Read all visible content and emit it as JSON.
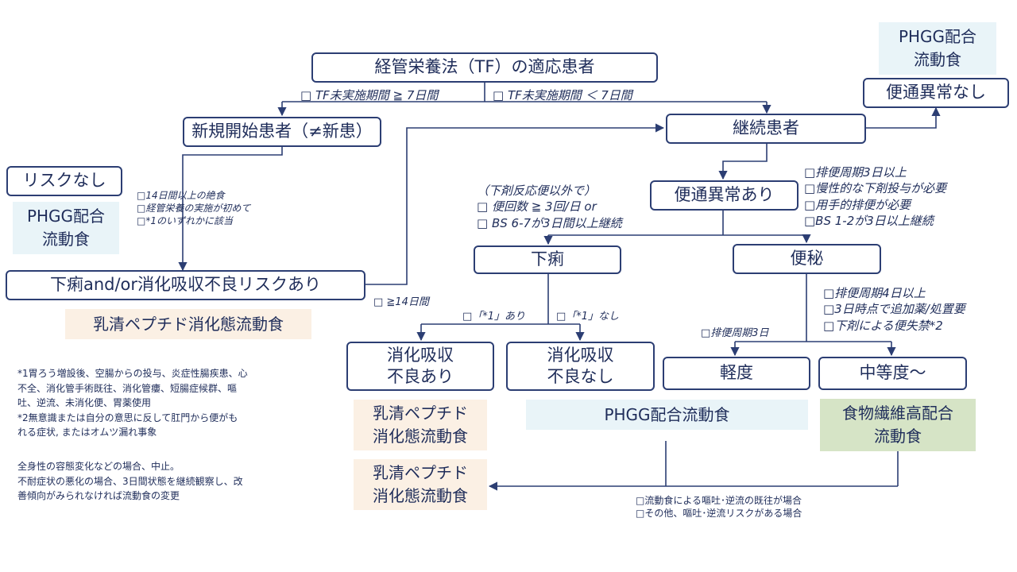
{
  "nodes": {
    "tf_patient": "経管栄養法（TF）の適応患者",
    "new_patient": "新規開始患者（≠新患）",
    "continuing_patient": "継続患者",
    "no_risk": "リスクなし",
    "diarrhea_risk": "下痢and/or消化吸収不良リスクあり",
    "bowel_abnormal": "便通異常あり",
    "bowel_normal": "便通異常なし",
    "diarrhea": "下痢",
    "constipation": "便秘",
    "malabsorption_yes": "消化吸収\n不良あり",
    "malabsorption_no": "消化吸収\n不良なし",
    "mild": "軽度",
    "moderate": "中等度～"
  },
  "formulas": {
    "phgg_top_right": "PHGG配合\n流動食",
    "phgg_left": "PHGG配合\n流動食",
    "whey_left": "乳清ペプチド消化態流動食",
    "whey_mid": "乳清ペプチド\n消化態流動食",
    "whey_bottom": "乳清ペプチド\n消化態流動食",
    "phgg_wide": "PHGG配合流動食",
    "high_fiber": "食物繊維高配合\n流動食"
  },
  "labels": {
    "tf_ge7": "□ TF未実施期間 ≧ 7日間",
    "tf_lt7": "□ TF未実施期間 ＜ 7日間",
    "ge14": "□ ≧14日間",
    "star1_yes": "□「*1」あり",
    "star1_no": "□「*1」なし",
    "bowel3": "□排便周期3日",
    "new_criteria": [
      "□14日間以上の絶食",
      "□経管栄養の実施が初めて",
      "□*1のいずれかに該当"
    ],
    "diarrhea_criteria": [
      "（下剤反応便以外で）",
      "□ 便回数 ≧ 3回/日 or",
      "□ BS 6-7が3日間以上継続"
    ],
    "bowel_criteria": [
      "□排便周期3日以上",
      "□慢性的な下剤投与が必要",
      "□用手的排便が必要",
      "□BS 1-2が3日以上継続"
    ],
    "constipation_criteria": [
      "□排便周期4日以上",
      "□3日時点で追加薬/処置要",
      "□下剤による便失禁*2"
    ],
    "vomit_criteria": [
      "□流動食による嘔吐･逆流の既往が場合",
      "□その他、嘔吐･逆流リスクがある場合"
    ]
  },
  "notes": {
    "star_lines": [
      "*1胃ろう増設後、空腸からの投与、炎症性腸疾患、心",
      "不全、消化管手術既往、消化管瘻、短腸症候群、嘔",
      "吐、逆流、未消化便、胃薬使用",
      "*2無意識または自分の意思に反して肛門から便がも",
      "れる症状, またはオムツ漏れ事象"
    ],
    "caution_lines": [
      "全身性の容態変化などの場合、中止。",
      "不耐症状の悪化の場合、3日間状態を継続観察し、改",
      "善傾向がみられなければ流動食の変更"
    ]
  },
  "colors": {
    "line": "#2c3e73",
    "text": "#1f2d5a",
    "blue_fill": "#e9f4f8",
    "peach_fill": "#fbf0e4",
    "green_fill": "#d6e4c6"
  }
}
